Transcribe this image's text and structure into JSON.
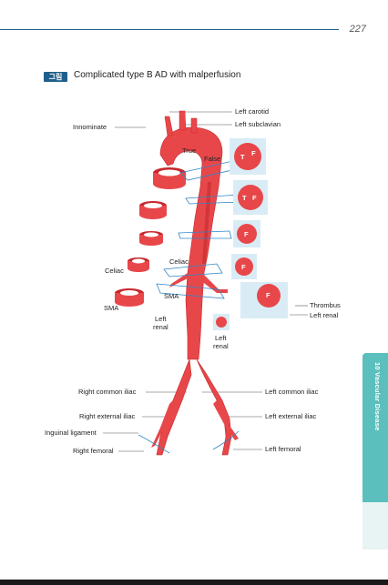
{
  "page": {
    "number": "227"
  },
  "figure": {
    "badge": "그림",
    "title": "Complicated type B AD with malperfusion",
    "labels": {
      "left_carotid": "Left carotid",
      "left_subclavian": "Left subclavian",
      "innominate": "Innominate",
      "true_lumen": "True",
      "false_lumen": "False",
      "celiac_left": "Celiac",
      "celiac_center": "Celiac",
      "sma_left": "SMA",
      "sma_center": "SMA",
      "left_renal_center_1": "Left",
      "left_renal_center_2": "renal",
      "left_renal_small_1": "Left",
      "left_renal_small_2": "renal",
      "thrombus": "Thrombus",
      "left_renal_right": "Left renal",
      "right_common_iliac": "Right common iliac",
      "left_common_iliac": "Left common iliac",
      "right_external_iliac": "Right external iliac",
      "left_external_iliac": "Left external iliac",
      "inguinal_ligament": "Inguinal ligament",
      "right_femoral": "Right femoral",
      "left_femoral": "Left femoral"
    },
    "cross_sections": {
      "t": "T",
      "f": "F"
    }
  },
  "side_tab": {
    "label": "10 Vascular Disease"
  },
  "colors": {
    "vessel": "#e8474a",
    "vessel_dark": "#c8272c",
    "section_bg": "#d9ecf6",
    "accent": "#1f5f8b",
    "tab": "#5bbfbd"
  }
}
